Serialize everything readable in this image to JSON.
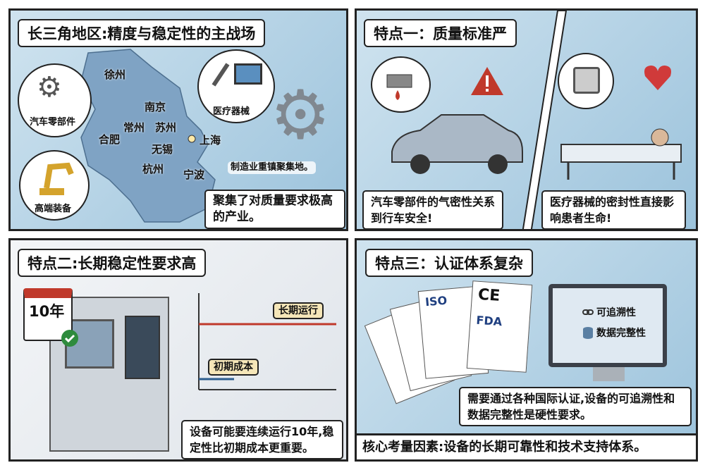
{
  "panel1": {
    "title": "长三角地区:精度与稳定性的主战场",
    "cities": [
      "徐州",
      "南京",
      "常州",
      "苏州",
      "合肥",
      "无锡",
      "上海",
      "杭州",
      "宁波"
    ],
    "bubbles": {
      "auto_parts": "汽车零部件",
      "medical": "医疗器械",
      "equipment": "高端装备"
    },
    "gear_caption": "制造业重镇聚集地。",
    "caption": "聚集了对质量要求极高的产业。"
  },
  "panel2": {
    "title": "特点一：质量标准严",
    "left_caption": "汽车零部件的气密性关系到行车安全!",
    "right_caption": "医疗器械的密封性直接影响患者生命!"
  },
  "panel3": {
    "title": "特点二:长期稳定性要求高",
    "calendar": "10年",
    "line_long": "长期运行",
    "line_initial": "初期成本",
    "caption": "设备可能要连续运行10年,稳定性比初期成本更重要。",
    "colors": {
      "long": "#c0392b",
      "initial": "#2c5d8f"
    }
  },
  "panel4": {
    "title": "特点三：认证体系复杂",
    "cert_logos": [
      "ISO",
      "CE",
      "FDA"
    ],
    "screen_items": [
      "可追溯性",
      "数据完整性"
    ],
    "caption": "需要通过各种国际认证,设备的可追溯性和数据完整性是硬性要求。"
  },
  "footer": "核心考量因素:设备的长期可靠性和技术支持体系。"
}
